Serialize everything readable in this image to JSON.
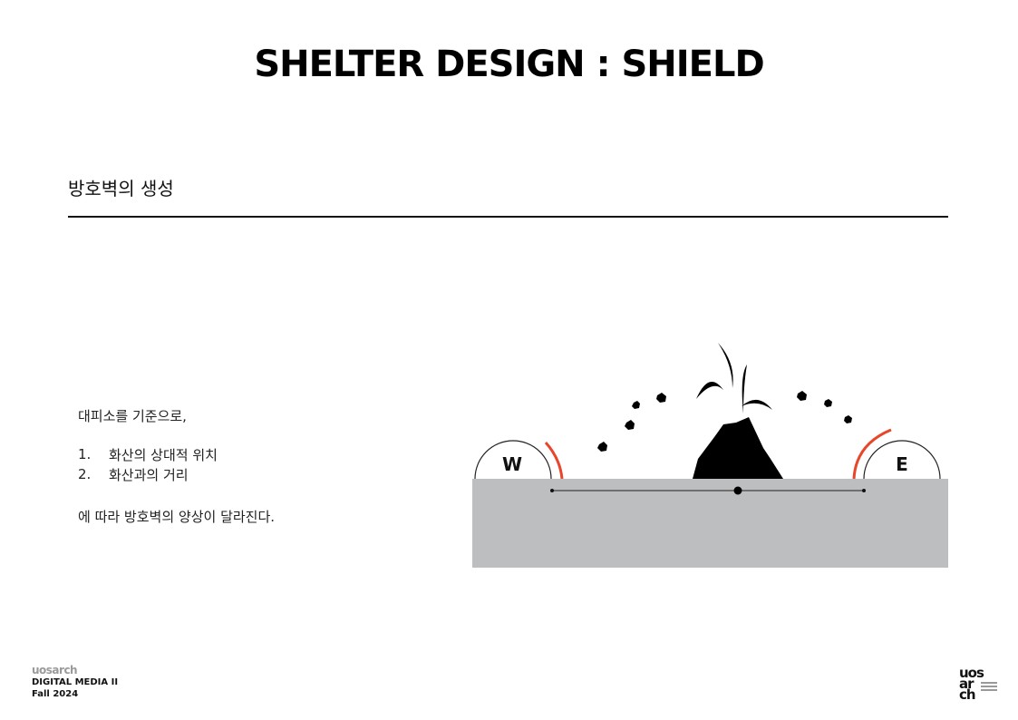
{
  "page": {
    "title": "SHELTER DESIGN : SHIELD",
    "section_heading": "방호벽의 생성"
  },
  "content": {
    "intro": "대피소를 기준으로,",
    "list": [
      {
        "num": "1.",
        "text": "화산의 상대적 위치"
      },
      {
        "num": "2.",
        "text": "화산과의 거리"
      }
    ],
    "outro": "에 따라 방호벽의 양상이 달라진다."
  },
  "diagram": {
    "west_label": "W",
    "east_label": "E",
    "colors": {
      "ground": "#bdbebf",
      "shield": "#e8452a",
      "ink": "#000000"
    }
  },
  "footer": {
    "logo_text": "uosarch",
    "course": "DIGITAL MEDIA II",
    "term": "Fall 2024",
    "brand_lines": [
      "uos",
      "ar",
      "ch"
    ]
  }
}
